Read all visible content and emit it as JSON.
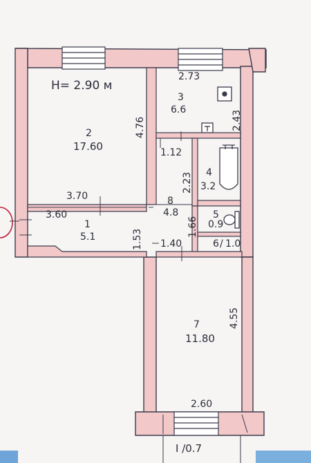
{
  "plan": {
    "ceiling_height": "H= 2.90 м",
    "rooms": [
      {
        "number": "1",
        "area": "5.1"
      },
      {
        "number": "2",
        "area": "17.60"
      },
      {
        "number": "3",
        "area": "6.6"
      },
      {
        "number": "4",
        "area": "3.2"
      },
      {
        "number": "5",
        "area": "0.9"
      },
      {
        "number": "6",
        "area": "1.0"
      },
      {
        "number": "7",
        "area": "11.80"
      },
      {
        "number": "8",
        "area": "4.8"
      }
    ],
    "dimensions": {
      "d_2_73": "2.73",
      "d_4_76": "4.76",
      "d_2_43": "2.43",
      "d_1_12": "1.12",
      "d_2_23": "2.23",
      "d_3_70": "3.70",
      "d_3_60": "3.60",
      "d_1_66": "1.66",
      "d_1_53": "1.53",
      "d_1_40": "1.40",
      "d_4_55": "4.55",
      "d_2_60": "2.60"
    },
    "footer_note": "I /0.7",
    "colors": {
      "wall_fill": "#f2c8c9",
      "wall_line": "#3a3a4a",
      "ink": "#2c2c3a",
      "paper": "#f6f5f4"
    }
  }
}
